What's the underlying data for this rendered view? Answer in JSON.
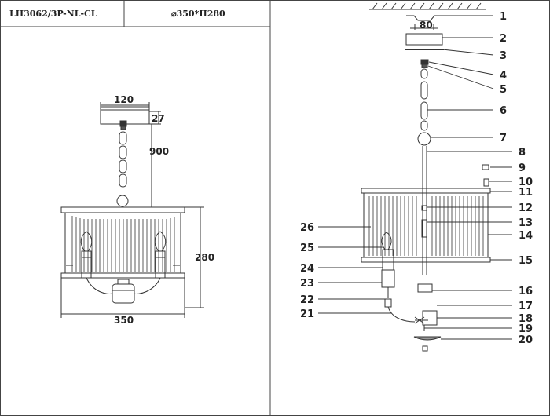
{
  "header": {
    "model_code": "LH3062/3P-NL-CL",
    "dimensions": "⌀350*H280"
  },
  "left_drawing": {
    "canopy_width": "120",
    "canopy_height": "27",
    "chain_length": "900",
    "shade_height": "280",
    "shade_width": "350"
  },
  "right_drawing": {
    "bracket_spacing": "80",
    "callouts": [
      "1",
      "2",
      "3",
      "4",
      "5",
      "6",
      "7",
      "8",
      "9",
      "10",
      "11",
      "12",
      "13",
      "14",
      "15",
      "16",
      "17",
      "18",
      "19",
      "20",
      "21",
      "22",
      "23",
      "24",
      "25",
      "26"
    ]
  }
}
